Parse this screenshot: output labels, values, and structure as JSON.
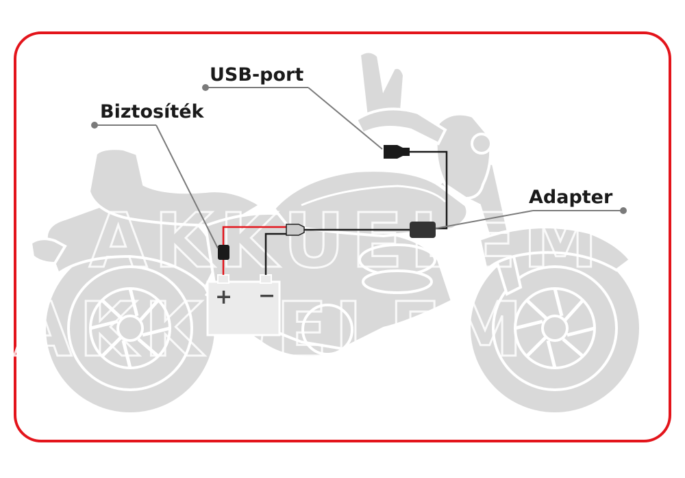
{
  "labels": {
    "usb_port": "USB-port",
    "fuse": "Biztosíték",
    "adapter": "Adapter"
  },
  "battery": {
    "positive": "+",
    "negative": "−"
  },
  "watermark": {
    "line1": "AKKUELEM",
    "line2": "AKKUELEM"
  },
  "colors": {
    "frame": "#e3141b",
    "bike_fill": "#d9d9d9",
    "bike_outline": "#ffffff",
    "wire_positive": "#e3141b",
    "wire_negative": "#1a1a1a",
    "leader": "#7a7a7a"
  }
}
